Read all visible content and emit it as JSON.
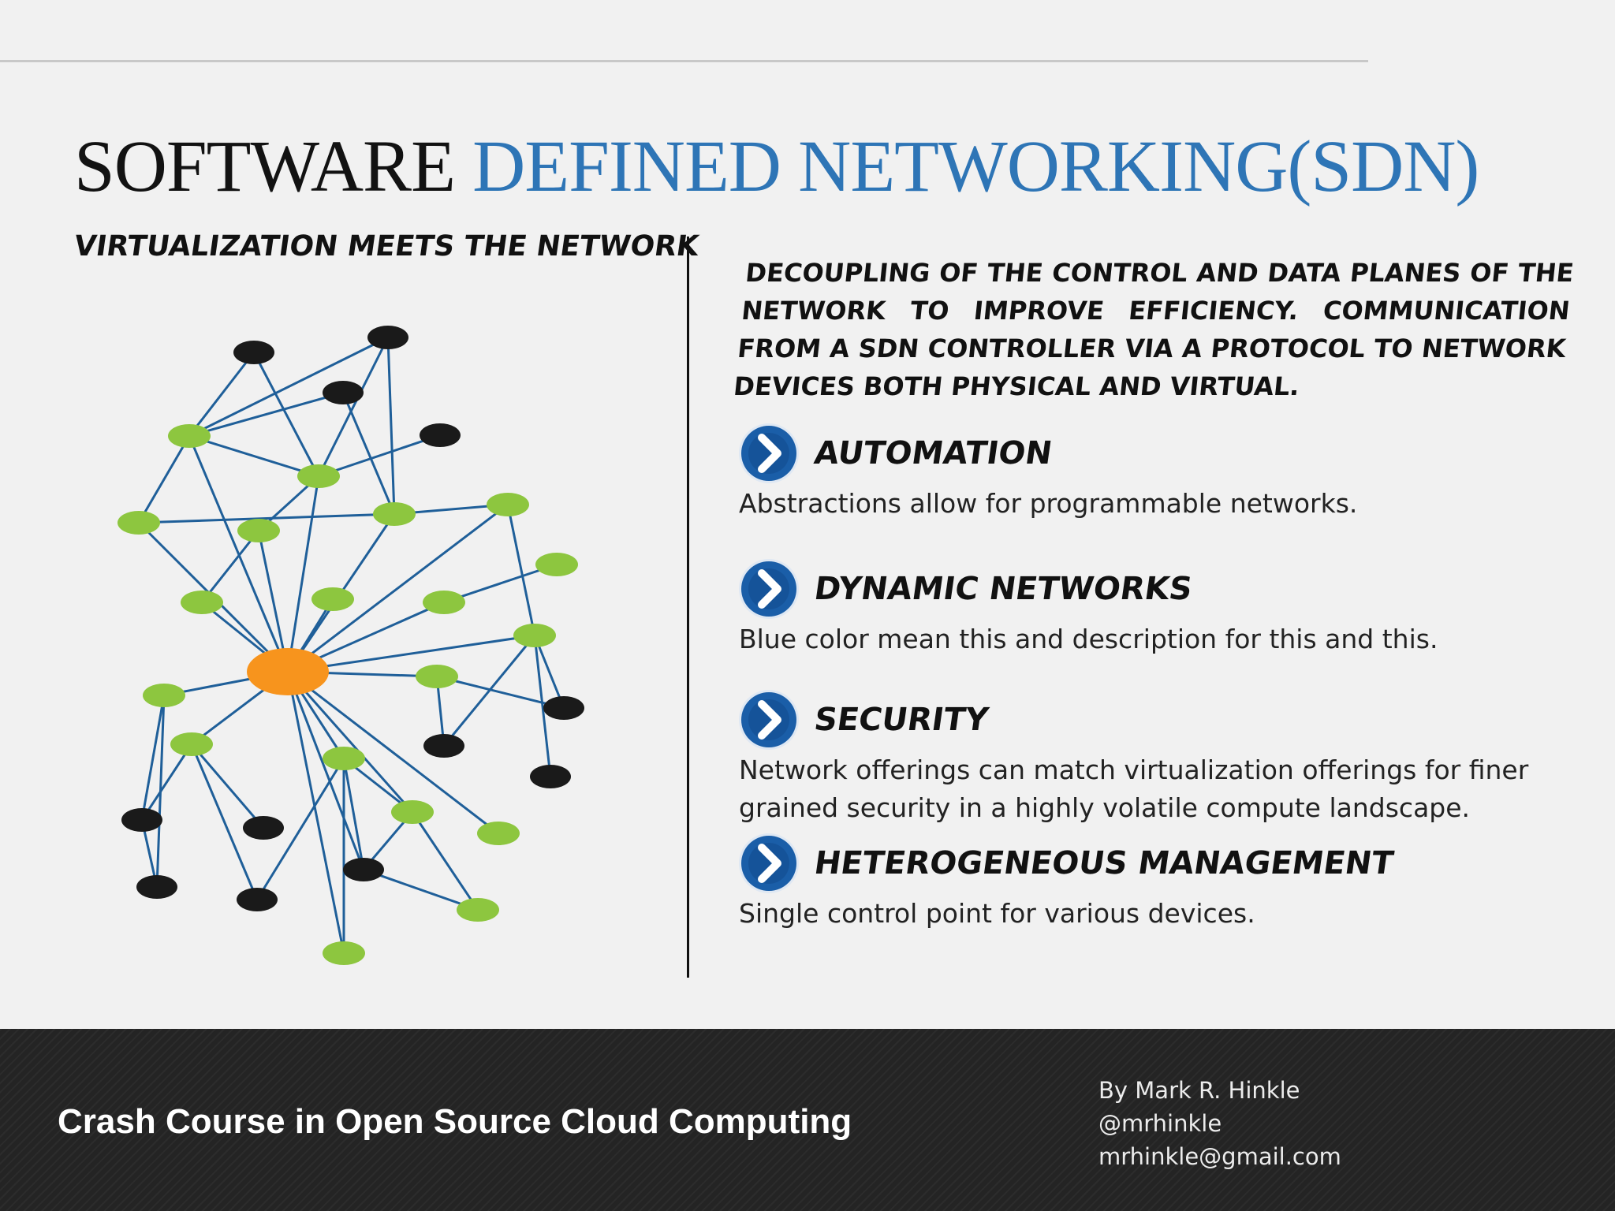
{
  "slide": {
    "title_part1": "SOFTWARE",
    "title_part2": "DEFINED NETWORKING(SDN)",
    "subtitle": "VIRTUALIZATION MEETS THE NETWORK",
    "intro": "DECOUPLING OF THE CONTROL AND DATA PLANES OF THE NETWORK TO IMPROVE EFFICIENCY. COMMUNICATION FROM A SDN CONTROLLER VIA A PROTOCOL TO NETWORK DEVICES BOTH PHYSICAL AND VIRTUAL.",
    "features": [
      {
        "title": "AUTOMATION",
        "description": "Abstractions allow for programmable networks.",
        "icon": "chevron-right-icon"
      },
      {
        "title": "DYNAMIC NETWORKS",
        "description": "Blue color mean this and description for this and this.",
        "icon": "chevron-right-icon"
      },
      {
        "title": "SECURITY",
        "description": "Network offerings can match virtualization offerings for finer grained security in a highly volatile compute landscape.",
        "icon": "chevron-right-icon"
      },
      {
        "title": "HETEROGENEOUS MANAGEMENT",
        "description": "Single control point for various devices.",
        "icon": "chevron-right-icon"
      }
    ]
  },
  "footer": {
    "course_title": "Crash Course in Open Source Cloud Computing",
    "author": "By Mark R. Hinkle",
    "twitter": "@mrhinkle",
    "email": "mrhinkle@gmail.com"
  },
  "colors": {
    "title_dark": "#121212",
    "title_blue": "#2e75b6",
    "controller_node": "#f7941d",
    "virtual_node": "#8dc63f",
    "physical_node": "#1a1a1a",
    "link": "#1f5f99",
    "footer_bg": "#242424"
  }
}
